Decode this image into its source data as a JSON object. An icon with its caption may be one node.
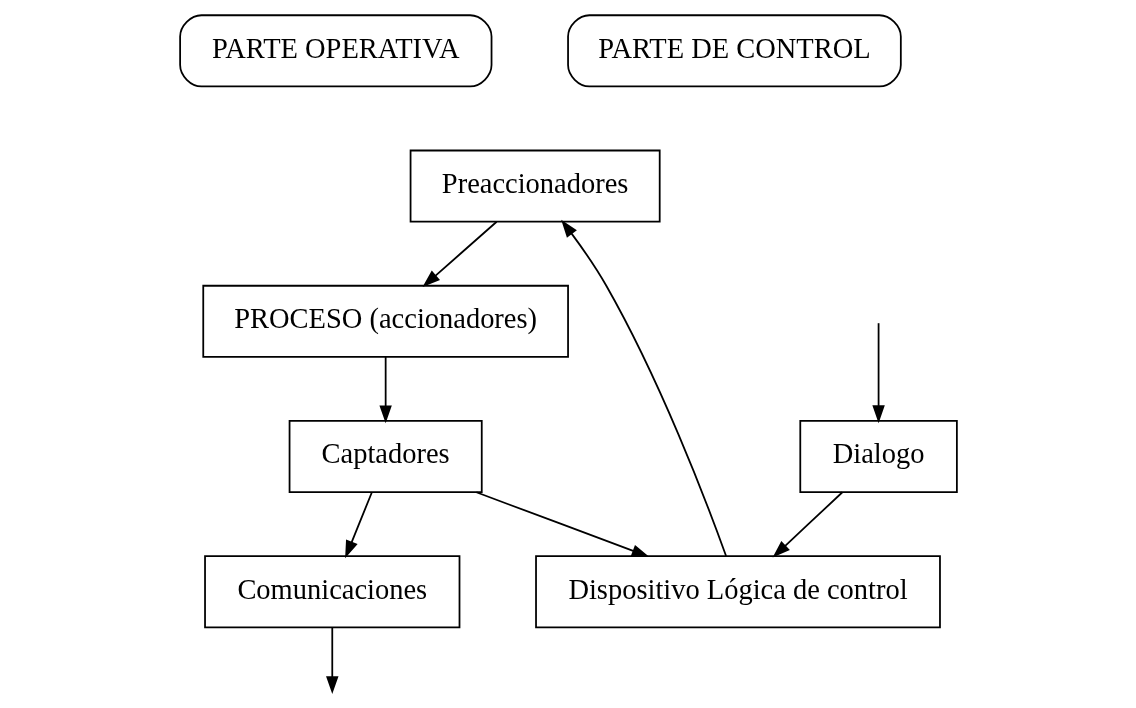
{
  "diagram": {
    "nodes": [
      {
        "text": [
          "PARTE OPERATIVA"
        ]
      },
      {
        "text": [
          "PARTE DE CONTROL"
        ]
      },
      {
        "text": [
          "Preaccionadores"
        ]
      },
      {
        "text": [
          "PROCESO (accionadores)"
        ]
      },
      {
        "text": [
          "Captadores"
        ]
      },
      {
        "text": [
          "Dispositivo Lógica de control"
        ]
      },
      {
        "text": [
          "Comunicaciones"
        ]
      },
      {
        "text": [
          "Dialogo"
        ]
      }
    ],
    "edges": [
      {
        "from": 5,
        "to": 2,
        "arrow": "to"
      },
      {
        "from": 2,
        "to": 3,
        "arrow": "to"
      },
      {
        "from": 3,
        "to": 4,
        "arrow": "to"
      },
      {
        "from": 4,
        "to": 5,
        "arrow": "to"
      },
      {
        "from": 4,
        "to": 6,
        "arrow": "to"
      },
      {
        "from": 7,
        "to": 5,
        "arrow": "to"
      },
      {
        "from": 6,
        "to": null,
        "arrow": "to"
      },
      {
        "from": null,
        "to": 7,
        "arrow": "to"
      }
    ]
  }
}
